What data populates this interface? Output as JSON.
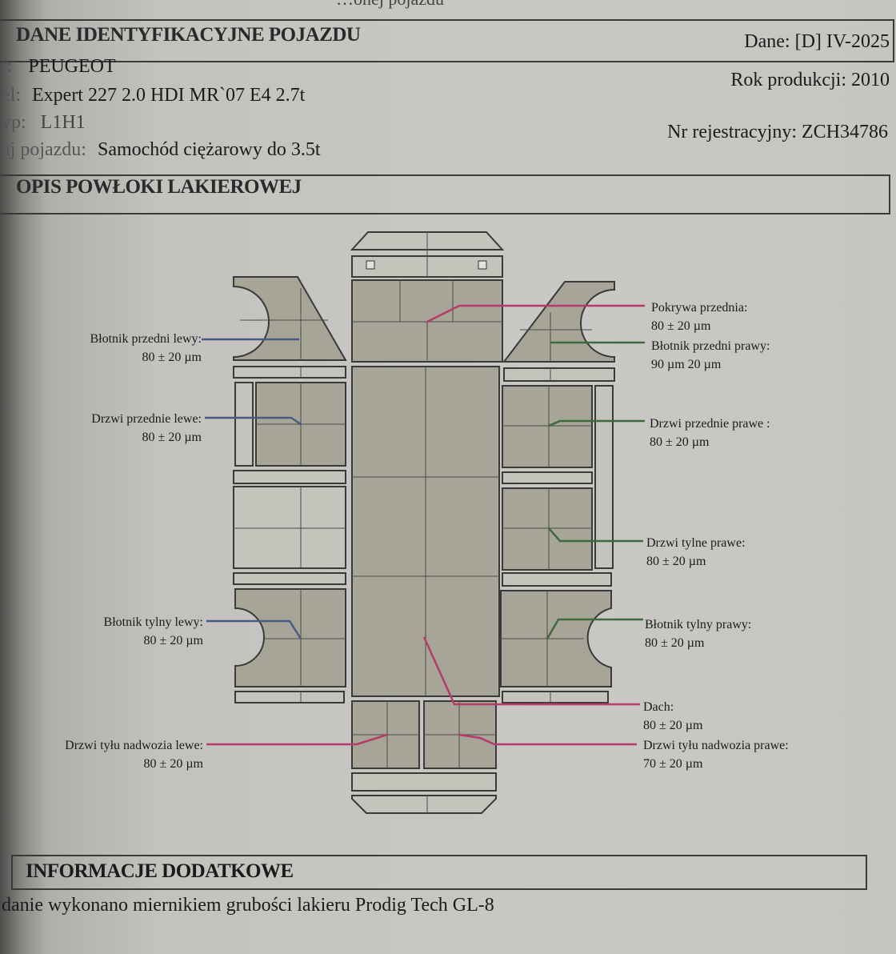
{
  "header": {
    "top_cut_text": "…onej pojazdu",
    "section1_title": "DANE IDENTYFIKACYJNE POJAZDU",
    "data_date": "Dane: [D] IV-2025",
    "production_year": "Rok produkcji: 2010",
    "registration": "Nr rejestracyjny: ZCH34786"
  },
  "vehicle": {
    "make_label": "t:",
    "make": "PEUGEOT",
    "model_label": "el:",
    "model": "Expert 227 2.0 HDI MR`07 E4 2.7t",
    "body_label": "yp:",
    "body": "L1H1",
    "type_label": "aj pojazdu:",
    "type": "Samochód ciężarowy do 3.5t"
  },
  "section2_title": "OPIS POWŁOKI LAKIEROWEJ",
  "measurements": {
    "left": [
      {
        "name": "Błotnik przedni lewy:",
        "value": "80 ± 20 µm"
      },
      {
        "name": "Drzwi przednie lewe:",
        "value": "80 ± 20 µm"
      },
      {
        "name": "Błotnik tylny lewy:",
        "value": "80 ± 20 µm"
      },
      {
        "name": "Drzwi tyłu nadwozia lewe:",
        "value": "80 ± 20 µm"
      }
    ],
    "right": [
      {
        "name": "Pokrywa przednia:",
        "value": "80 ± 20 µm"
      },
      {
        "name": "Błotnik przedni prawy:",
        "value": "90 µm 20 µm"
      },
      {
        "name": "Drzwi przednie prawe :",
        "value": "80 ± 20 µm"
      },
      {
        "name": "Drzwi tylne prawe:",
        "value": "80 ± 20 µm"
      },
      {
        "name": "Błotnik tylny prawy:",
        "value": "80 ± 20 µm"
      },
      {
        "name": "Dach:",
        "value": "80 ± 20 µm"
      },
      {
        "name": "Drzwi tyłu nadwozia prawe:",
        "value": "70 ± 20 µm"
      }
    ]
  },
  "colors": {
    "panel_fill": "#a6a597",
    "line_blue": "#4a5a85",
    "line_green": "#3f6a3d",
    "line_magenta": "#b83a6a"
  },
  "section3_title": "INFORMACJE DODATKOWE",
  "note": "danie wykonano miernikiem grubości lakieru Prodig Tech GL-8"
}
